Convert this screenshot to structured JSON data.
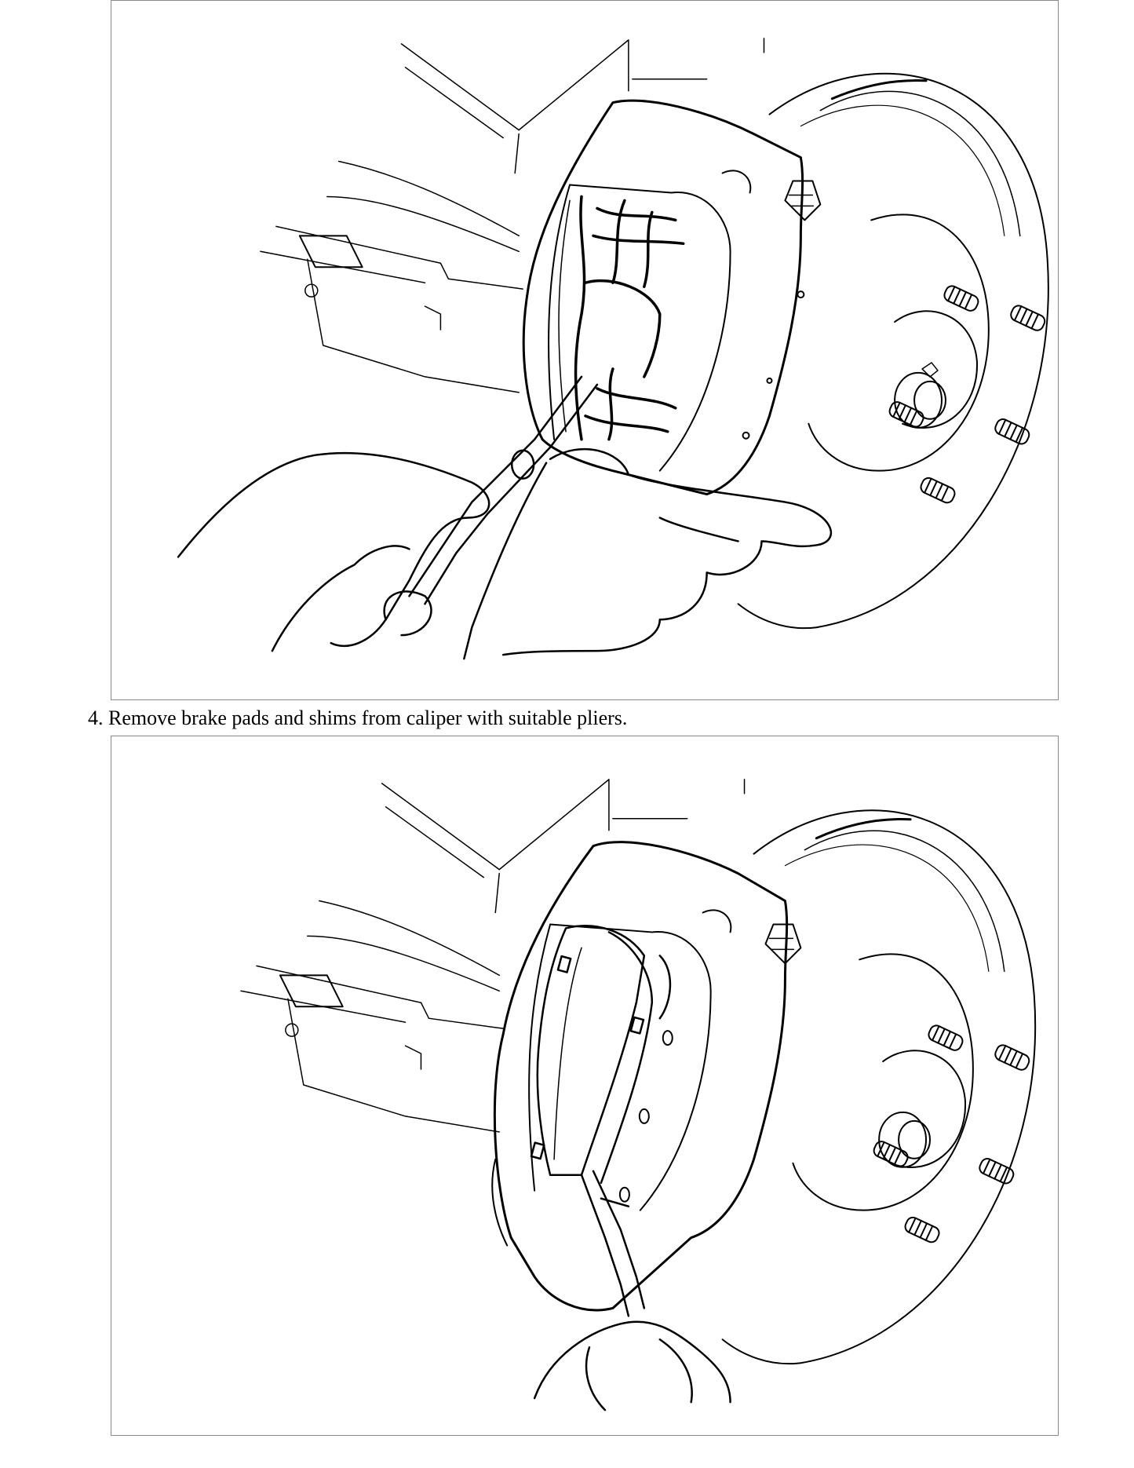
{
  "caption": {
    "step_number": "4.",
    "text": "Remove brake pads and shims from caliper with suitable pliers."
  },
  "figures": [
    {
      "name": "caliper-removing-pad-pins-illustration"
    },
    {
      "name": "caliper-pulling-pads-with-pliers-illustration"
    }
  ]
}
